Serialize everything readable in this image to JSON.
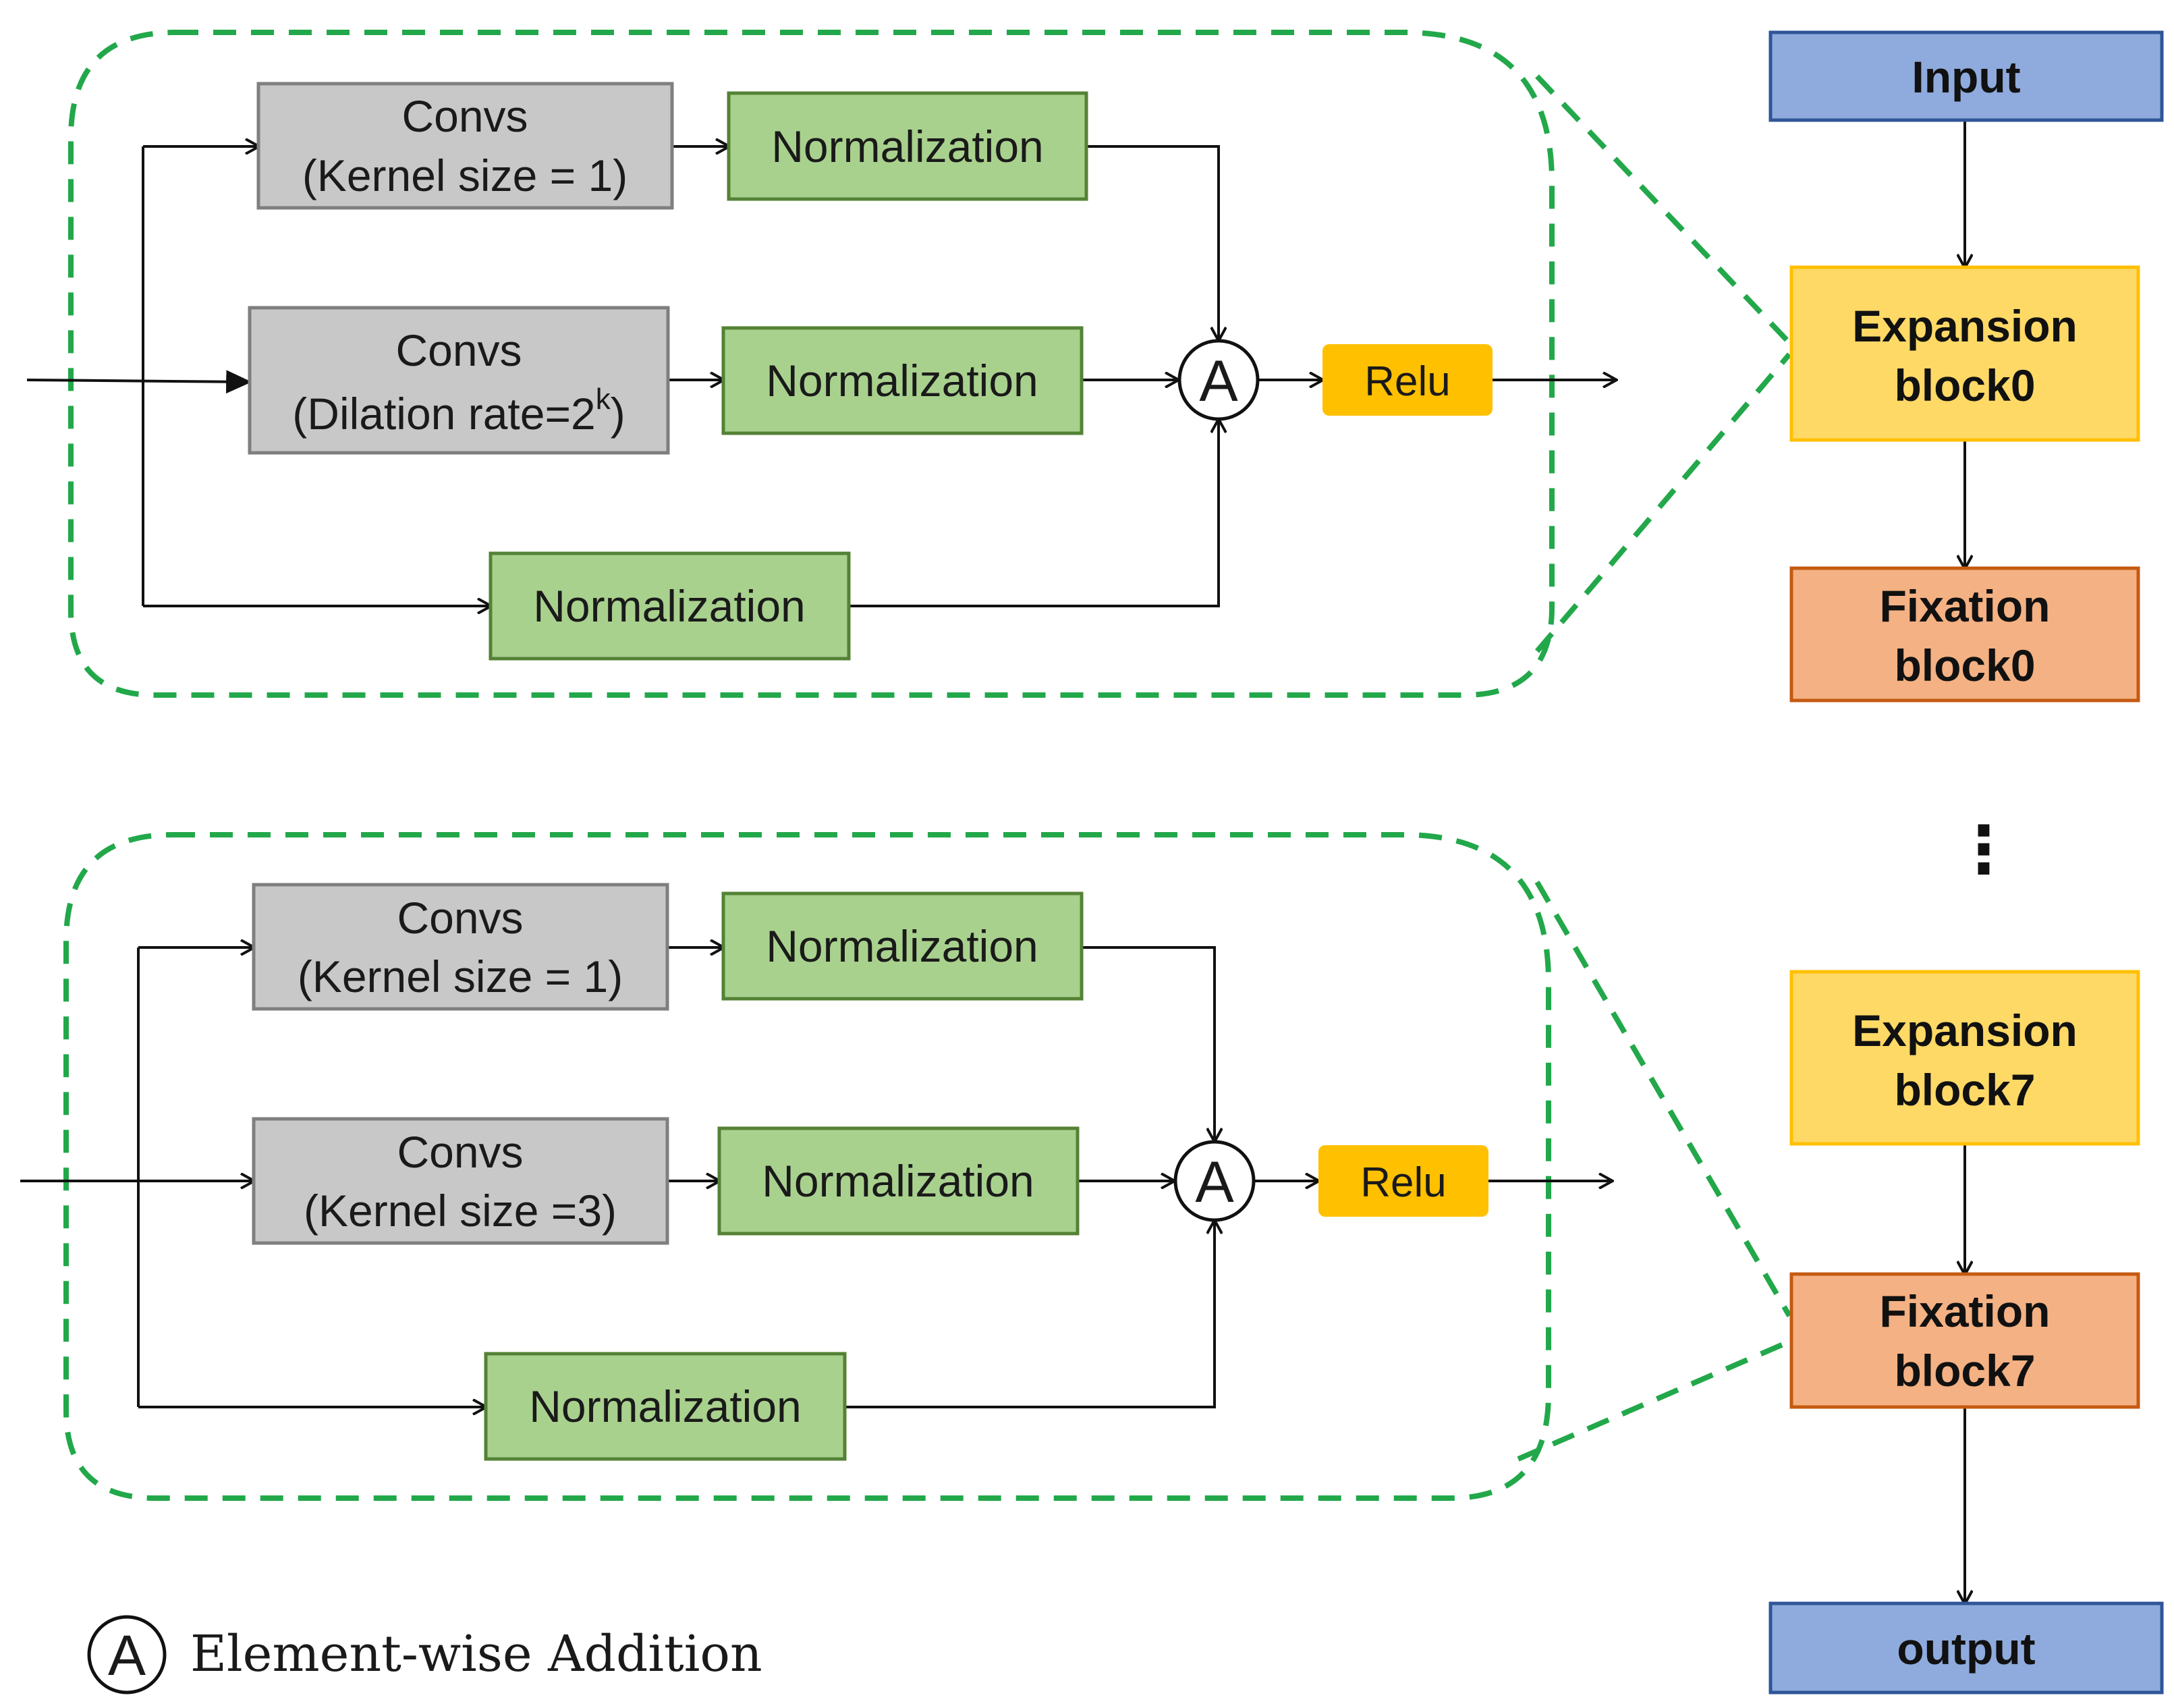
{
  "colors": {
    "conv_fill": "#c8c8c8",
    "conv_stroke": "#7f7f7f",
    "norm_fill": "#a9d18e",
    "norm_stroke": "#548235",
    "relu_fill": "#ffc000",
    "io_fill": "#8faadc",
    "io_stroke": "#2f5597",
    "expansion_fill": "#ffd966",
    "expansion_stroke": "#ffc000",
    "fixation_fill": "#f4b183",
    "fixation_stroke": "#c55a11",
    "dashed_outline": "#22a84a"
  },
  "top_block": {
    "conv1_line1": "Convs",
    "conv1_line2": "(Kernel size = 1)",
    "conv2_line1": "Convs",
    "conv2_line2_prefix": "(Dilation rate=2",
    "conv2_superscript": "k",
    "conv2_line2_suffix": ")",
    "norm1": "Normalization",
    "norm2": "Normalization",
    "norm3": "Normalization",
    "add_symbol": "A",
    "relu": "Relu"
  },
  "bottom_block": {
    "conv1_line1": "Convs",
    "conv1_line2": "(Kernel size = 1)",
    "conv2_line1": "Convs",
    "conv2_line2": "(Kernel size =3)",
    "norm1": "Normalization",
    "norm2": "Normalization",
    "norm3": "Normalization",
    "add_symbol": "A",
    "relu": "Relu"
  },
  "pipeline": {
    "input": "Input",
    "expansion0_line1": "Expansion",
    "expansion0_line2": "block0",
    "fixation0_line1": "Fixation",
    "fixation0_line2": "block0",
    "ellipsis": "⋮",
    "expansion7_line1": "Expansion",
    "expansion7_line2": "block7",
    "fixation7_line1": "Fixation",
    "fixation7_line2": "block7",
    "output": "output"
  },
  "legend": {
    "symbol": "A",
    "text": "Element-wise Addition"
  }
}
